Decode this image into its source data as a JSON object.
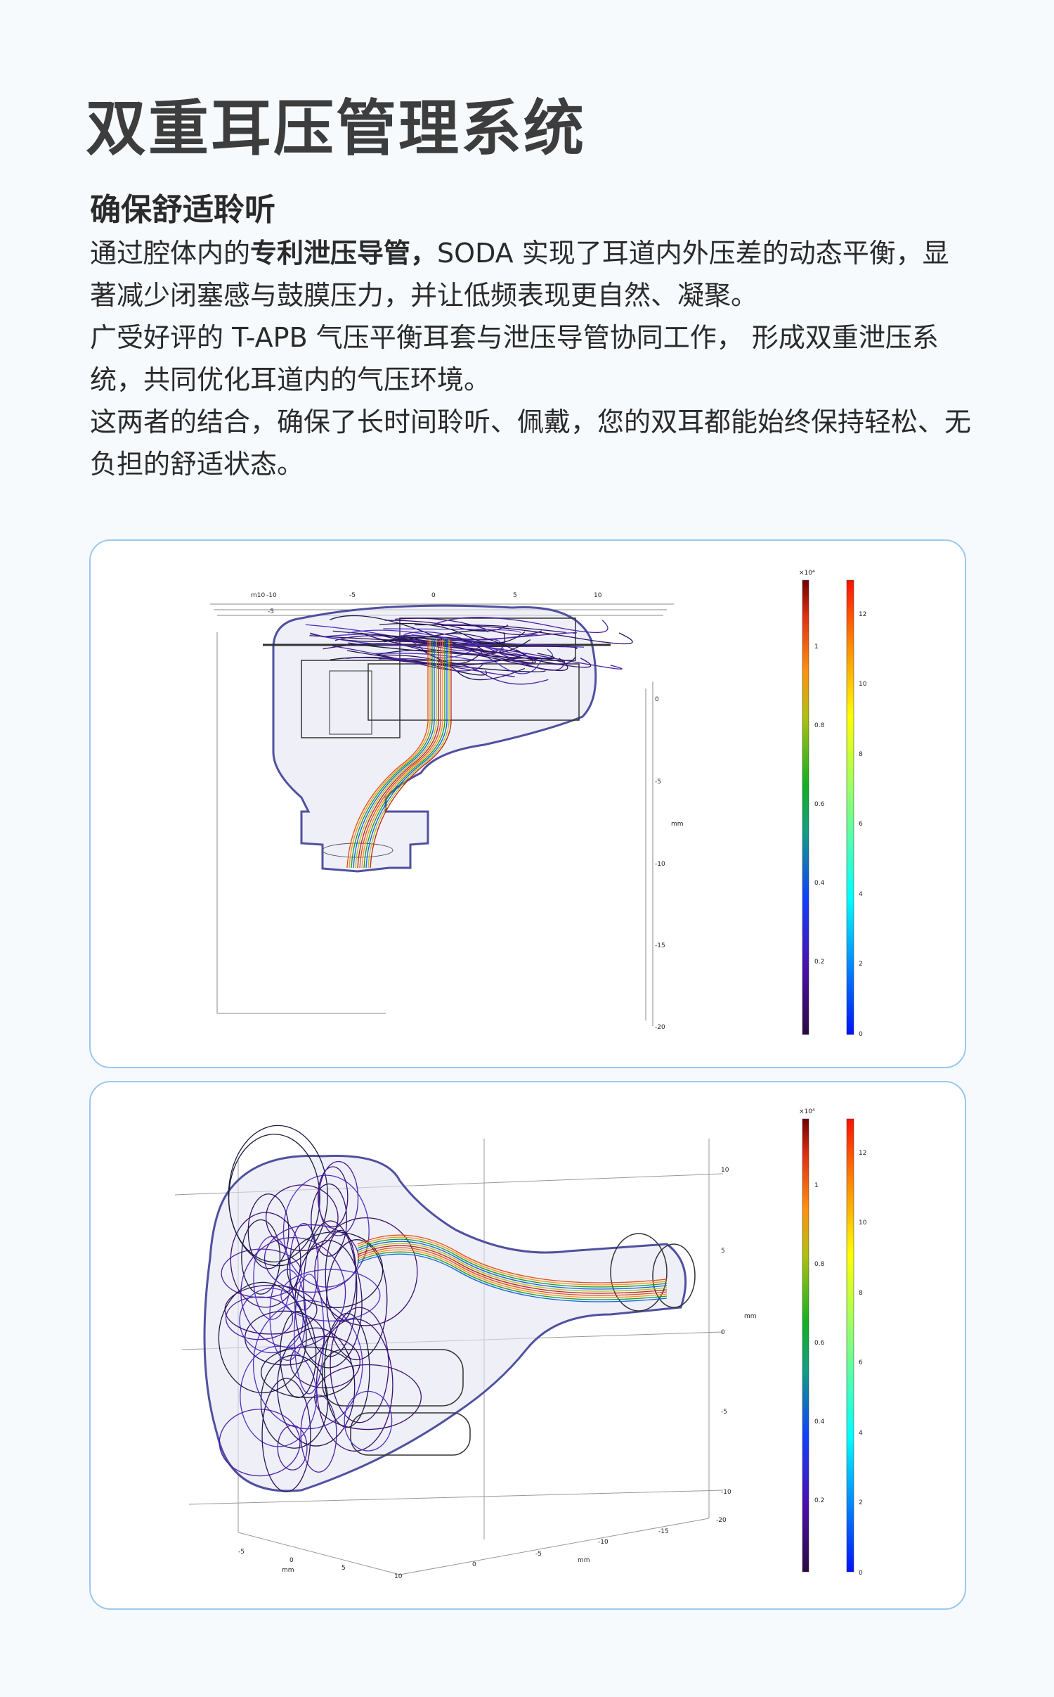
{
  "header": {
    "title": "双重耳压管理系统",
    "subtitle": "确保舒适聆听"
  },
  "body": {
    "p1_pre": "通过腔体内的",
    "p1_bold": "专利泄压导管，",
    "p1_post": "SODA 实现了耳道内外压差的动态平衡，显著减少闭塞感与鼓膜压力，并让低频表现更自然、凝聚。",
    "p2": "广受好评的 T-APB 气压平衡耳套与泄压导管协同工作， 形成双重泄压系统，共同优化耳道内的气压环境。",
    "p3": "这两者的结合，确保了长时间聆听、佩戴，您的双耳都能始终保持轻松、无负担的舒适状态。"
  },
  "colors": {
    "accent_border": "#9cc8ee",
    "title": "#3d3d3d"
  },
  "simulation_1": {
    "top_axis_ticks": [
      "-10",
      "-5",
      "0",
      "5",
      "10"
    ],
    "left_axis_ticks": [
      "m10",
      "-5"
    ],
    "right_axis_ticks": [
      "0",
      "-5",
      "-10",
      "-15",
      "-20"
    ],
    "right_axis_unit": "mm",
    "colorbar_velocity": {
      "multiplier": "×10⁴",
      "ticks": [
        "1",
        "0.8",
        "0.6",
        "0.4",
        "0.2"
      ]
    },
    "colorbar_pressure": {
      "ticks": [
        "12",
        "10",
        "8",
        "6",
        "4",
        "2",
        "0"
      ]
    }
  },
  "simulation_2": {
    "right_axis_ticks": [
      "10",
      "5",
      "0",
      "-5",
      "-10"
    ],
    "right_axis_unit": "mm",
    "bottom_left_ticks": [
      "-5",
      "0",
      "5",
      "10"
    ],
    "bottom_left_unit": "mm",
    "bottom_right_ticks": [
      "-20",
      "-15",
      "-10",
      "-5",
      "0"
    ],
    "bottom_right_unit": "mm",
    "colorbar_velocity": {
      "multiplier": "×10⁴",
      "ticks": [
        "1",
        "0.8",
        "0.6",
        "0.4",
        "0.2"
      ]
    },
    "colorbar_pressure": {
      "ticks": [
        "12",
        "10",
        "8",
        "6",
        "4",
        "2",
        "0"
      ]
    }
  }
}
